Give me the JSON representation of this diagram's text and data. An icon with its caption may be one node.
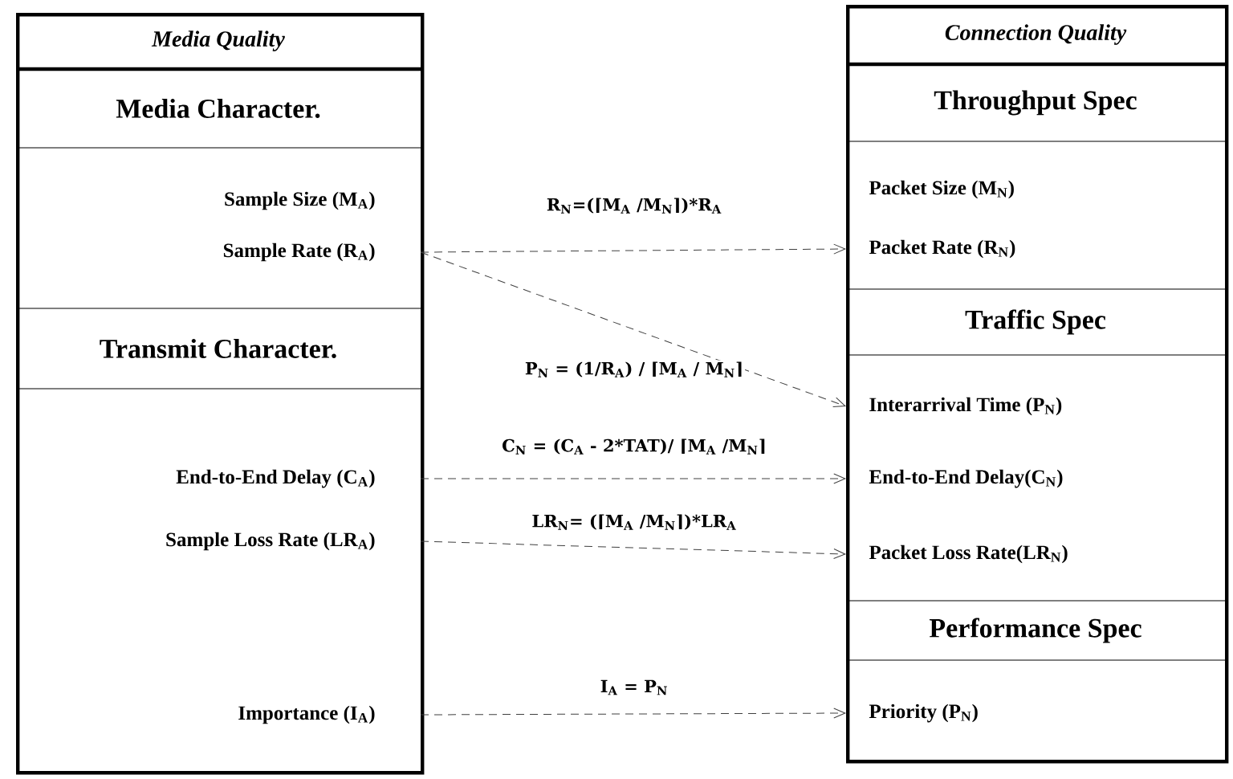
{
  "diagram": {
    "nodes": [
      {
        "text": [
          "Media Quality"
        ]
      },
      {
        "text": [
          "Media Character."
        ],
        "in": 0
      },
      {
        "text": [
          "Sample Size (M$_{A}$)"
        ],
        "in": 0
      },
      {
        "text": [
          "Sample Rate (R$_{A}$)"
        ],
        "in": 0
      },
      {
        "text": [
          "Transmit Character."
        ],
        "in": 0
      },
      {
        "text": [
          "End-to-End Delay (C$_{A}$)"
        ],
        "in": 0
      },
      {
        "text": [
          "Sample Loss Rate (LR$_{A}$)"
        ],
        "in": 0
      },
      {
        "text": [
          "Importance (I$_{A}$)"
        ],
        "in": 0
      },
      {
        "text": [
          "Connection Quality"
        ]
      },
      {
        "text": [
          "Throughput Spec"
        ],
        "in": 8
      },
      {
        "text": [
          "Packet Size (M$_{N}$)"
        ],
        "in": 8
      },
      {
        "text": [
          "Packet Rate (R$_{N}$)"
        ],
        "in": 8
      },
      {
        "text": [
          "Traffic Spec"
        ],
        "in": 8
      },
      {
        "text": [
          "Interarrival Time (P$_{N}$)"
        ],
        "in": 8
      },
      {
        "text": [
          "End-to-End Delay(C$_{N}$)"
        ],
        "in": 8
      },
      {
        "text": [
          "Packet Loss Rate(LR$_{N}$)"
        ],
        "in": 8
      },
      {
        "text": [
          "Performance Spec"
        ],
        "in": 8
      },
      {
        "text": [
          "Priority (P$_{N}$)"
        ],
        "in": 8
      }
    ],
    "edges": [
      {
        "from": 3,
        "to": 11,
        "arrow": "to",
        "style": "dashed",
        "label": "R$_{N}$=(⌈M$_{A}$ /M$_{N}$⌉)*R$_{A}$"
      },
      {
        "from": 3,
        "to": 13,
        "arrow": "to",
        "style": "dashed",
        "label": "P$_{N}$ = (1/R$_{A}$) / ⌈M$_{A}$ / M$_{N}$⌉"
      },
      {
        "from": 5,
        "to": 14,
        "arrow": "to",
        "style": "dashed",
        "label": "C$_{N}$ = (C$_{A}$ - 2*TAT)/ ⌈M$_{A}$ /M$_{N}$⌉"
      },
      {
        "from": 6,
        "to": 15,
        "arrow": "to",
        "style": "dashed",
        "label": "LR$_{N}$= (⌈M$_{A}$ /M$_{N}$⌉)*LR$_{A}$"
      },
      {
        "from": 7,
        "to": 17,
        "arrow": "to",
        "style": "dashed",
        "label": "I$_{A}$ = P$_{N}$"
      }
    ]
  }
}
